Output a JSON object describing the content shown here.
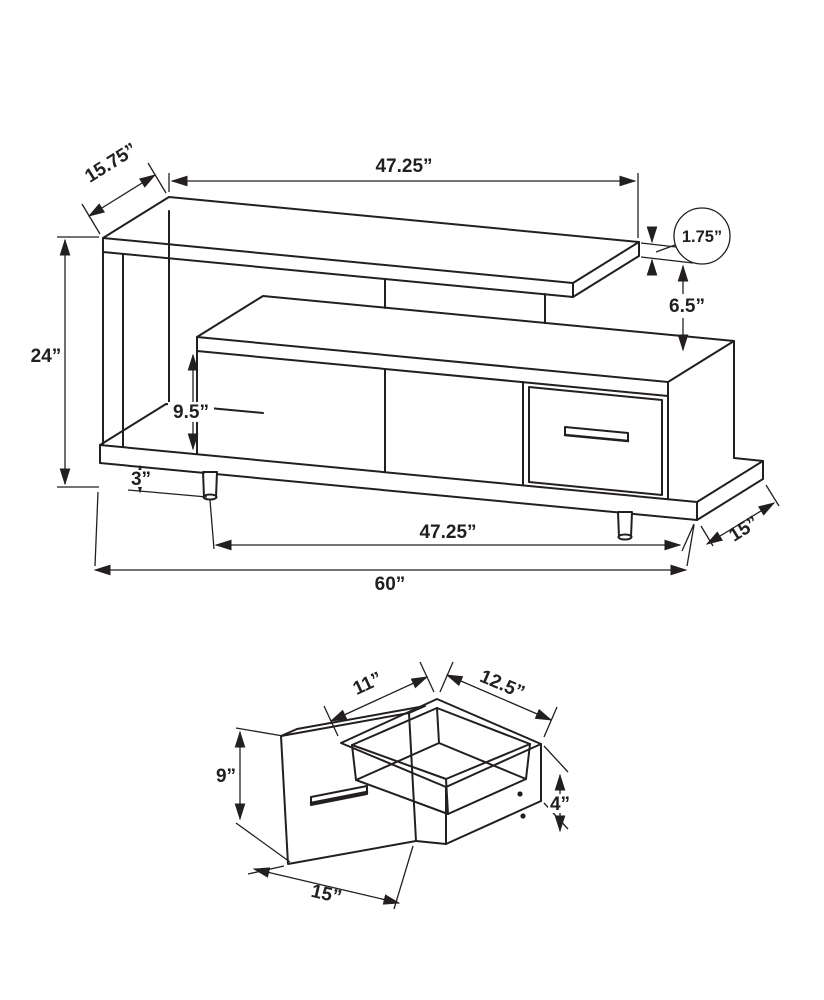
{
  "stand": {
    "labels": {
      "top_depth": "15.75”",
      "top_width": "47.25”",
      "shelf_thickness": "1.75”",
      "shelf_gap": "6.5”",
      "overall_height": "24”",
      "compartment_height": "9.5”",
      "leg_height": "3”",
      "cabinet_width": "47.25”",
      "depth": "15”",
      "overall_width": "60”"
    }
  },
  "drawer": {
    "labels": {
      "inner_width": "11”",
      "inner_depth": "12.5”",
      "front_height": "9”",
      "side_height": "4”",
      "width": "15”"
    }
  }
}
